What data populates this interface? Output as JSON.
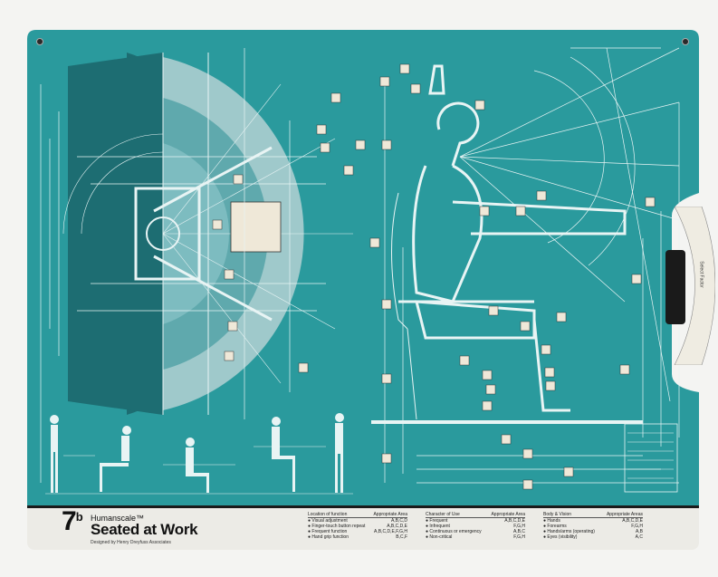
{
  "card": {
    "number": "7",
    "number_suffix": "b",
    "brand": "Humanscale™",
    "title": "Seated at Work",
    "designer": "Designed by Henry Dreyfuss Associates",
    "dial_label": "Select Factor"
  },
  "footer_columns": [
    {
      "header_left": "Location of function",
      "header_right": "Appropriate Area",
      "rows": [
        {
          "label": "● Visual adjustment",
          "value": "A,B,C,D"
        },
        {
          "label": "● Finger-touch button repeat",
          "value": "A,B,C,D,E"
        },
        {
          "label": "● Frequent function",
          "value": "A,B,C,D,E,F,G,H"
        },
        {
          "label": "● Hand grip function",
          "value": "B,C,F"
        }
      ]
    },
    {
      "header_left": "Character of Use",
      "header_right": "Appropriate Area",
      "rows": [
        {
          "label": "● Frequent",
          "value": "A,B,C,D,E"
        },
        {
          "label": "● Infrequent",
          "value": "F,G,H"
        },
        {
          "label": "● Continuous or emergency",
          "value": "A,B,C"
        },
        {
          "label": "● Non-critical",
          "value": "F,G,H"
        }
      ]
    },
    {
      "header_left": "Body & Vision",
      "header_right": "Appropriate Areas",
      "rows": [
        {
          "label": "● Hands",
          "value": "A,B,C,D,E"
        },
        {
          "label": "● Forearms",
          "value": "F,G,H"
        },
        {
          "label": "● Hands/arms (operating)",
          "value": "A,B"
        },
        {
          "label": "● Eyes (visibility)",
          "value": "A,C"
        }
      ]
    }
  ],
  "colors": {
    "card_teal": "#2a9a9d",
    "dark_teal": "#1d6d72",
    "light_teal": "#9fc9cb",
    "line_white": "#e8f4f4",
    "footer_bg": "#ecebe6"
  }
}
